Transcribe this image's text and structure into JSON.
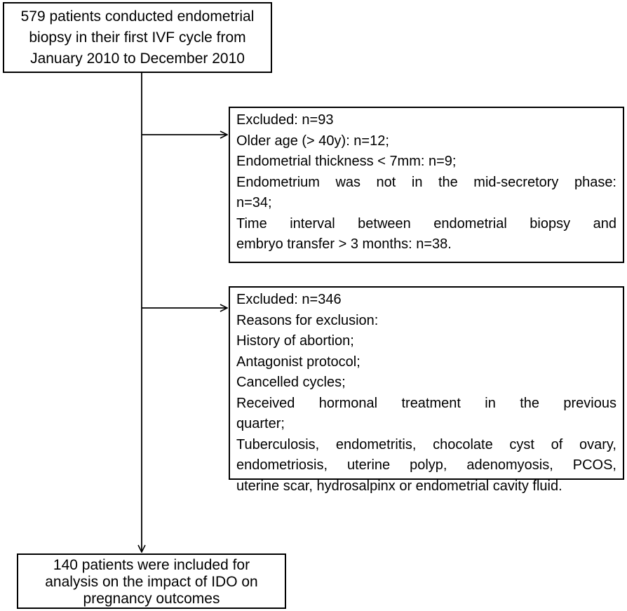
{
  "start_box": {
    "lines": [
      "579 patients conducted endometrial",
      "biopsy in their first IVF cycle from",
      "January 2010 to December 2010"
    ]
  },
  "exclusion_1": {
    "lines": [
      "Excluded: n=93",
      "Older age (> 40y): n=12;",
      "Endometrial thickness < 7mm: n=9;",
      "Endometrium was not in the mid-secretory phase:",
      "n=34;",
      "Time interval between endometrial biopsy and",
      "embryo transfer > 3 months: n=38."
    ]
  },
  "exclusion_2": {
    "lines": [
      "Excluded: n=346",
      "Reasons for exclusion:",
      "History of abortion;",
      "Antagonist protocol;",
      "Cancelled cycles;",
      "Received hormonal treatment in the previous",
      "quarter;",
      "Tuberculosis, endometritis, chocolate cyst of ovary,",
      "endometriosis, uterine polyp, adenomyosis, PCOS,",
      "uterine scar, hydrosalpinx or endometrial cavity fluid."
    ]
  },
  "final_box": {
    "lines": [
      "140 patients were included for",
      "analysis on the impact of IDO on",
      "pregnancy outcomes"
    ]
  }
}
